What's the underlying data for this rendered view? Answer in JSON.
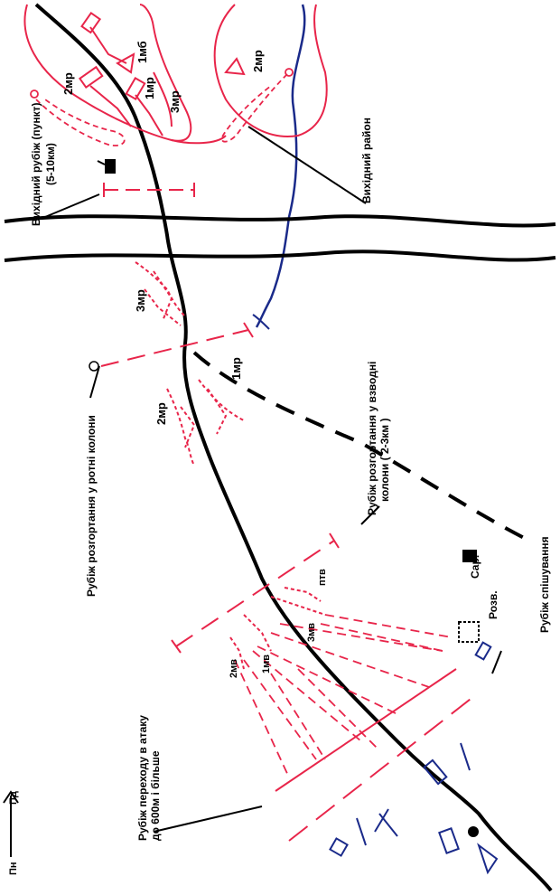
{
  "labels": {
    "assembly_line": "Вихідний рубіж (пункт)",
    "assembly_line_dist": "(5-10км)",
    "start_area": "Вихідний район",
    "company_deploy": "Рубіж розгортання у ротні колони",
    "platoon_deploy": "Рубіж розгортання у взводні",
    "platoon_deploy2": "колони ( 2-3км )",
    "dismount_line": "Рубіж спішування",
    "assault_line": "Рубіж переходу в атаку",
    "assault_line_dist": "до 600м і більше",
    "north_pn": "Пн",
    "north_pd": "Пд"
  },
  "units": {
    "u_1mb": "1мб",
    "u_2mr_top": "2мр",
    "u_2mr_left": "2мр",
    "u_1mr_top": "1мр",
    "u_3mr_top": "3мр",
    "u_3mr_mid": "3мр",
    "u_1mr_mid": "1мр",
    "u_2mr_mid": "2мр",
    "u_2mv": "2мв",
    "u_1mv": "1мв",
    "u_3mv": "3мв",
    "u_ptv": "птв",
    "u_rozv": "Розв.",
    "u_sar": "Сар."
  },
  "colors": {
    "friendly": "#e8254a",
    "enemy": "#1a2a8a",
    "road": "#000000"
  }
}
